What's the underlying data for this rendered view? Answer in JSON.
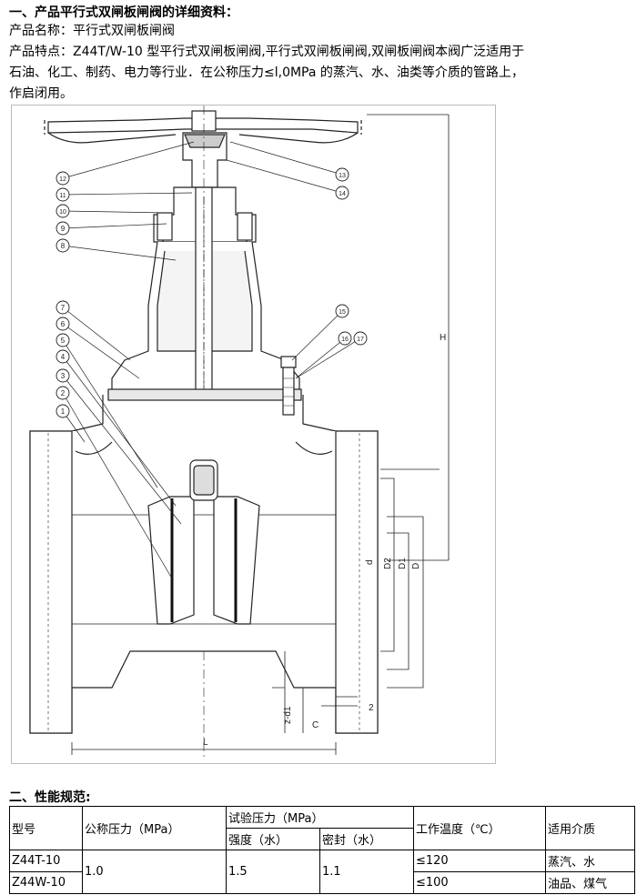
{
  "section1": {
    "heading": "一、产品平行式双闸板闸阀的详细资料：",
    "name_line": "产品名称：平行式双闸板闸阀",
    "feature_line1": "产品特点：Z44T/W-10  型平行式双闸板闸阀,平行式双闸板闸阀,双闸板闸阀本阀广泛适用于",
    "feature_line2": "石油、化工、制药、电力等行业．在公称压力≤l,0MPa 的蒸汽、水、油类等介质的管路上，",
    "feature_line3": "作启闭用。"
  },
  "drawing": {
    "callouts_left": [
      "12",
      "11",
      "10",
      "9",
      "8",
      "7",
      "6",
      "5",
      "4",
      "3",
      "2",
      "1"
    ],
    "callouts_right": [
      "13",
      "14",
      "15",
      "16",
      "17"
    ],
    "dim_H": "H",
    "dim_d": "d",
    "dim_D2": "D2",
    "dim_D1": "D1",
    "dim_D": "D",
    "dim_L": "L",
    "dim_C": "C",
    "dim_f": "2",
    "dim_z": "z-d1"
  },
  "section2": {
    "heading": "二、性能规范:",
    "headers": {
      "model": "型号",
      "nominal_pressure": "公称压力（MPa）",
      "test_pressure": "试验压力（MPa）",
      "strength": "强度（水）",
      "seal": "密封（水）",
      "temp": "工作温度（℃）",
      "medium": "适用介质"
    },
    "rows": [
      {
        "model": "Z44T-10",
        "temp": "≤120",
        "medium": "蒸汽、水"
      },
      {
        "model": "Z44W-10",
        "temp": "≤100",
        "medium": "油品、煤气"
      }
    ],
    "shared": {
      "nominal": "1.0",
      "strength": "1.5",
      "seal": "1.1"
    }
  }
}
